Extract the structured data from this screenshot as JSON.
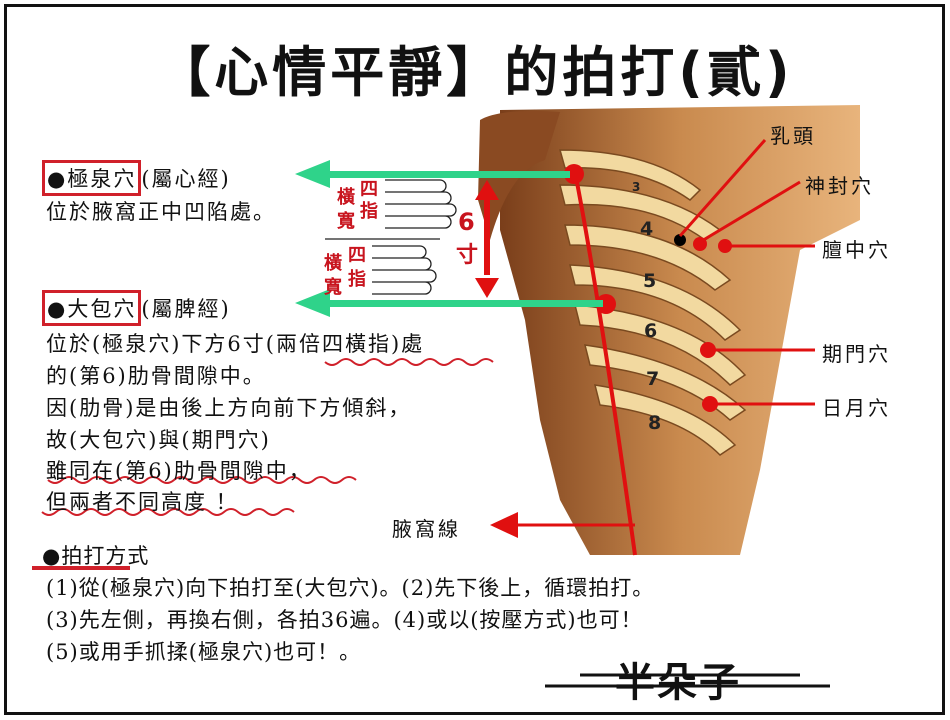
{
  "title": "【心情平靜】的拍打(貳)",
  "points": {
    "jiquan": {
      "name": "●極泉穴",
      "meridian": "(屬心經)",
      "desc": "位於腋窩正中凹陷處。"
    },
    "dabao": {
      "name": "●大包穴",
      "meridian": "(屬脾經)",
      "lines": [
        "位於(極泉穴)下方6寸(兩倍四橫指)處",
        "的(第6)肋骨間隙中。",
        "因(肋骨)是由後上方向前下方傾斜，",
        "故(大包穴)與(期門穴)",
        "雖同在(第6)肋骨間隙中，",
        "但兩者不同高度 ！"
      ]
    }
  },
  "finger_labels": {
    "top_a": "四",
    "top_b": "指",
    "top_c": "橫",
    "top_d": "寬",
    "bot_a": "四",
    "bot_b": "指",
    "bot_c": "橫",
    "bot_d": "寬"
  },
  "measure": {
    "num": "6",
    "unit": "寸"
  },
  "rib_numbers": [
    "3",
    "4",
    "5",
    "6",
    "7",
    "8"
  ],
  "diagram_labels": {
    "nipple": "乳頭",
    "shenfeng": "神封穴",
    "danzhong": "膻中穴",
    "qimen": "期門穴",
    "riyue": "日月穴",
    "axillary_line": "腋窩線"
  },
  "method": {
    "heading": "●拍打方式",
    "lines": [
      "(1)從(極泉穴)向下拍打至(大包穴)。(2)先下後上，循環拍打。",
      "(3)先左側，再換右側，各拍36遍。(4)或以(按壓方式)也可！",
      "(5)或用手抓揉(極泉穴)也可！。"
    ]
  },
  "signature": "半朵子",
  "colors": {
    "red": "#e01010",
    "green": "#2fd38a",
    "skin": "#c98a4e"
  }
}
